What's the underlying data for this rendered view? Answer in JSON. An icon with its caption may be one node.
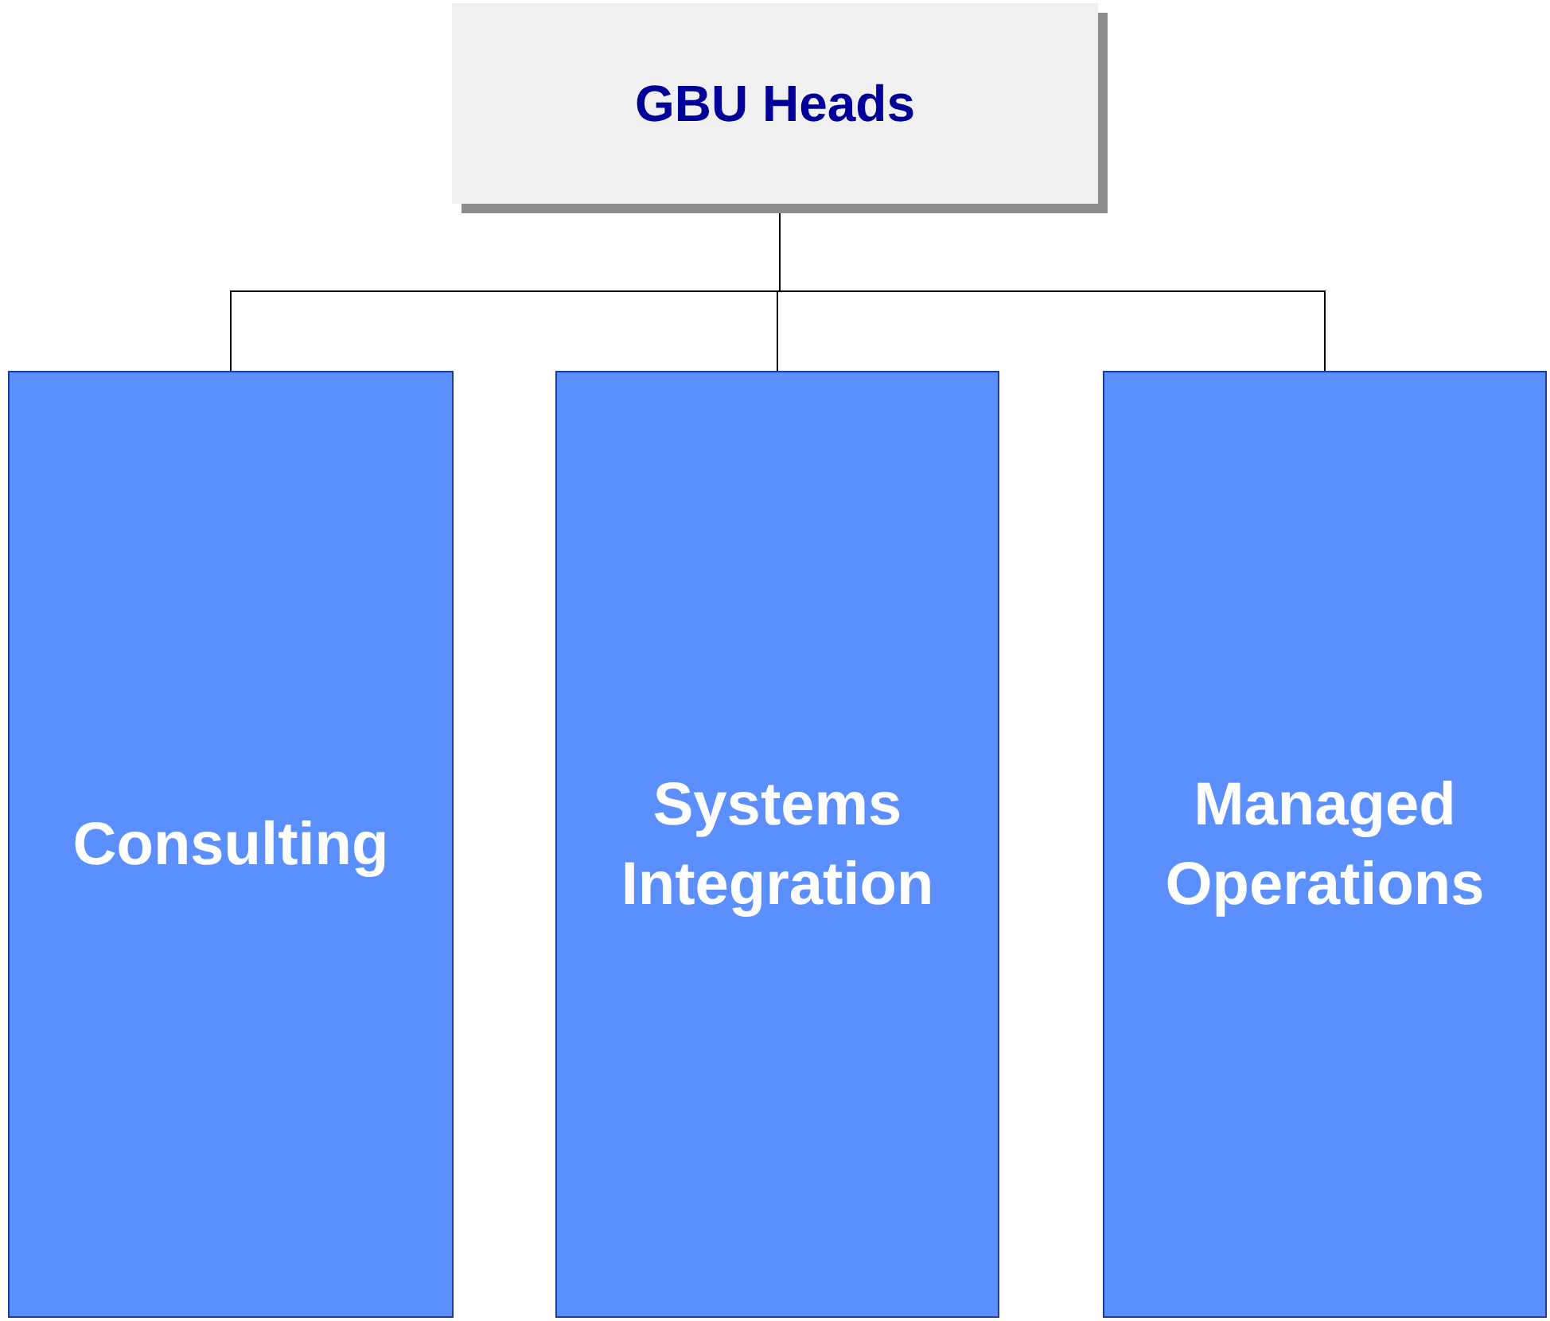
{
  "diagram": {
    "nodes": [
      {
        "text": [
          "GBU Heads"
        ]
      },
      {
        "text": [
          "Consulting"
        ]
      },
      {
        "text": [
          "Systems Integration"
        ]
      },
      {
        "text": [
          "Managed Operations"
        ]
      }
    ],
    "edges": [
      {
        "from": 0,
        "to": 1,
        "arrow": "none"
      },
      {
        "from": 0,
        "to": 2,
        "arrow": "none"
      },
      {
        "from": 0,
        "to": 3,
        "arrow": "none"
      }
    ]
  }
}
